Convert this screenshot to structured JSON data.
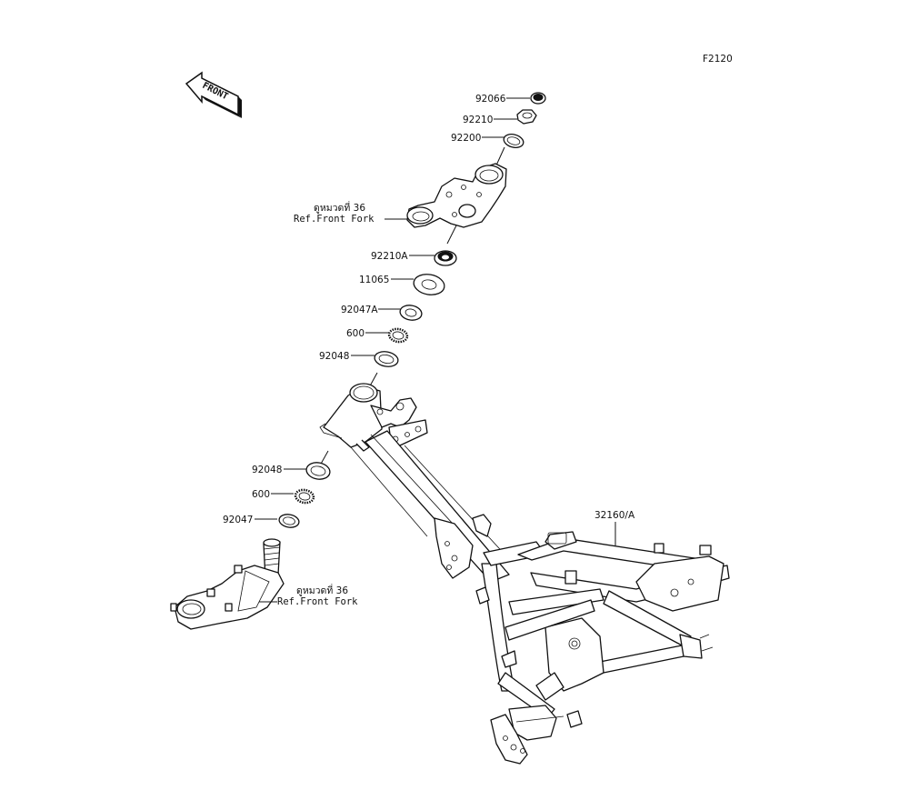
{
  "diagram": {
    "figure_code": "F2120",
    "front_indicator": "FRONT",
    "callouts": [
      {
        "id": "c-92066",
        "part_number": "92066"
      },
      {
        "id": "c-92210",
        "part_number": "92210"
      },
      {
        "id": "c-92200",
        "part_number": "92200"
      },
      {
        "id": "c-ref-upper-thai",
        "part_number": "ดูหมวดที่ 36"
      },
      {
        "id": "c-ref-upper",
        "part_number": "Ref.Front Fork"
      },
      {
        "id": "c-92210A",
        "part_number": "92210A"
      },
      {
        "id": "c-11065",
        "part_number": "11065"
      },
      {
        "id": "c-92047A",
        "part_number": "92047A"
      },
      {
        "id": "c-600-upper",
        "part_number": "600"
      },
      {
        "id": "c-92048-upper",
        "part_number": "92048"
      },
      {
        "id": "c-92048-lower",
        "part_number": "92048"
      },
      {
        "id": "c-600-lower",
        "part_number": "600"
      },
      {
        "id": "c-92047",
        "part_number": "92047"
      },
      {
        "id": "c-ref-lower-thai",
        "part_number": "ดูหมวดที่ 36"
      },
      {
        "id": "c-ref-lower",
        "part_number": "Ref.Front Fork"
      },
      {
        "id": "c-32160A",
        "part_number": "32160/A"
      }
    ]
  }
}
